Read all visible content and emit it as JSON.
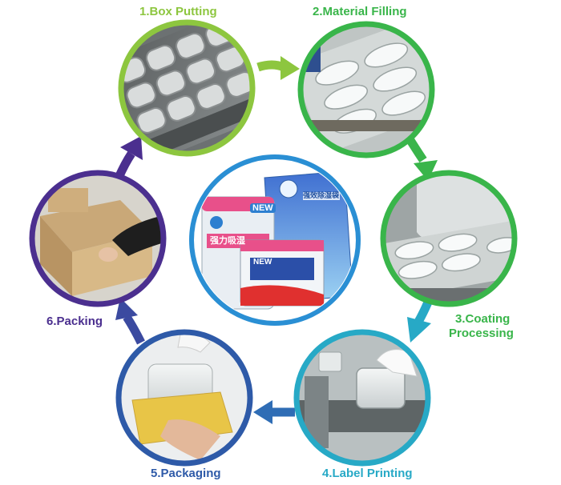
{
  "steps": [
    {
      "label": "1.Box Putting",
      "color": "#8dc63f"
    },
    {
      "label": "2.Material Filling",
      "color": "#39b54a"
    },
    {
      "label": "3.Coating Processing",
      "line1": "3.Coating",
      "line2": "Processing",
      "color": "#39b54a"
    },
    {
      "label": "4.Label Printing",
      "color": "#27a9c6"
    },
    {
      "label": "5.Packaging",
      "color": "#2e5aa8"
    },
    {
      "label": "6.Packing",
      "color": "#4b2f8f"
    }
  ],
  "center": {
    "jar_label": "强力吸湿",
    "box_badge": "NEW",
    "bag_badge": "NEW",
    "bag_label": "强效除湿袋"
  }
}
